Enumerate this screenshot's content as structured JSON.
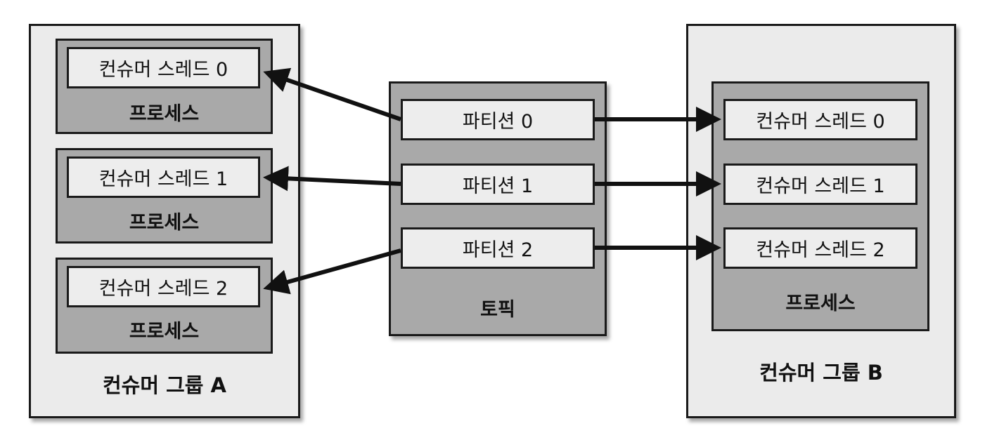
{
  "group_a": {
    "label": "컨슈머 그룹 A",
    "processes": [
      {
        "thread": "컨슈머 스레드 0",
        "label": "프로세스"
      },
      {
        "thread": "컨슈머 스레드 1",
        "label": "프로세스"
      },
      {
        "thread": "컨슈머 스레드 2",
        "label": "프로세스"
      }
    ]
  },
  "topic": {
    "label": "토픽",
    "partitions": [
      "파티션 0",
      "파티션 1",
      "파티션 2"
    ]
  },
  "group_b": {
    "label": "컨슈머 그룹 B",
    "process_label": "프로세스",
    "threads": [
      "컨슈머 스레드 0",
      "컨슈머 스레드 1",
      "컨슈머 스레드 2"
    ]
  },
  "connections": [
    {
      "from": "파티션 0",
      "to": "컨슈머 그룹 A / 컨슈머 스레드 0"
    },
    {
      "from": "파티션 1",
      "to": "컨슈머 그룹 A / 컨슈머 스레드 1"
    },
    {
      "from": "파티션 2",
      "to": "컨슈머 그룹 A / 컨슈머 스레드 2"
    },
    {
      "from": "파티션 0",
      "to": "컨슈머 그룹 B / 컨슈머 스레드 0"
    },
    {
      "from": "파티션 1",
      "to": "컨슈머 그룹 B / 컨슈머 스레드 1"
    },
    {
      "from": "파티션 2",
      "to": "컨슈머 그룹 B / 컨슈머 스레드 2"
    }
  ]
}
